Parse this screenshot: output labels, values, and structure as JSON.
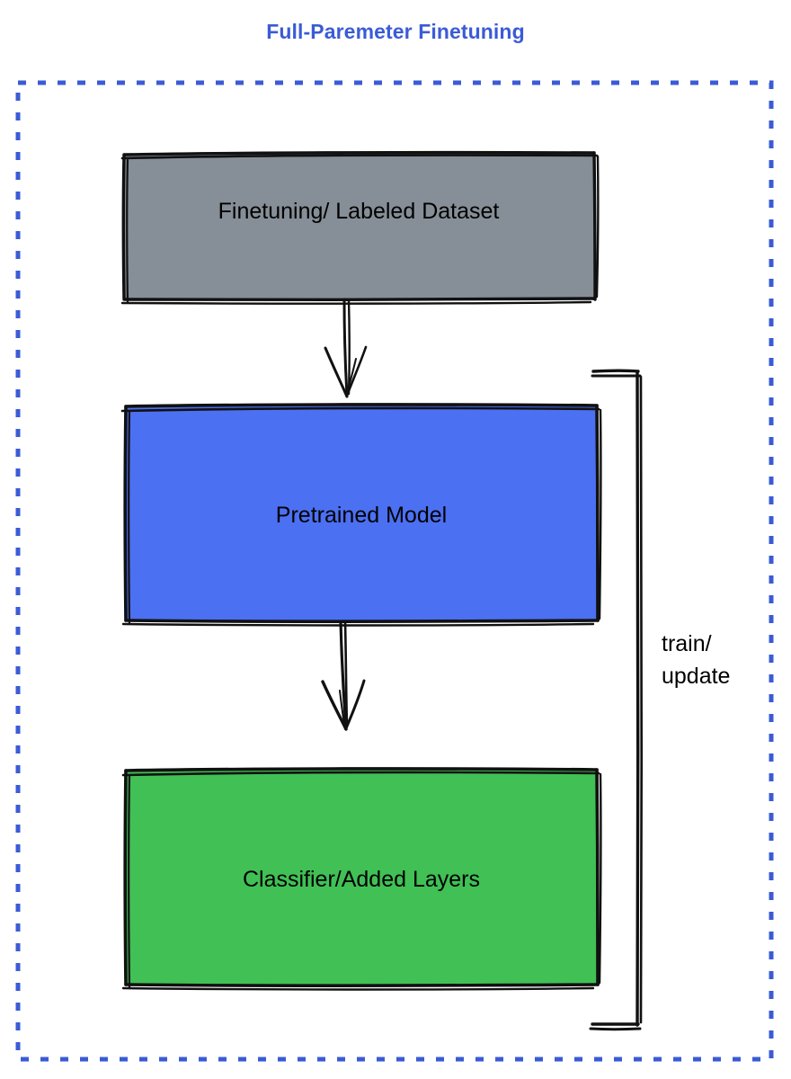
{
  "diagram": {
    "title": "Full-Paremeter Finetuning",
    "title_color": "#3b5bd6",
    "container": {
      "border_style": "dashed",
      "border_color": "#3b5bd6"
    },
    "nodes": [
      {
        "id": "dataset",
        "label": "Finetuning/ Labeled Dataset",
        "fill": "#868e97",
        "stroke": "#111111",
        "shape": "rectangle"
      },
      {
        "id": "pretrained",
        "label": "Pretrained Model",
        "fill": "#4c70f2",
        "stroke": "#111111",
        "shape": "rectangle"
      },
      {
        "id": "classifier",
        "label": "Classifier/Added Layers",
        "fill": "#41c055",
        "stroke": "#111111",
        "shape": "rectangle"
      }
    ],
    "edges": [
      {
        "id": "dataset-to-pretrained",
        "from": "dataset",
        "to": "pretrained",
        "label": "",
        "style": "arrow-down"
      },
      {
        "id": "pretrained-to-classifier",
        "from": "pretrained",
        "to": "classifier",
        "label": "",
        "style": "arrow-down"
      },
      {
        "id": "train-update-bracket",
        "from": "pretrained",
        "to": "classifier",
        "label": "train/\nupdate",
        "style": "bracket-right"
      }
    ]
  }
}
